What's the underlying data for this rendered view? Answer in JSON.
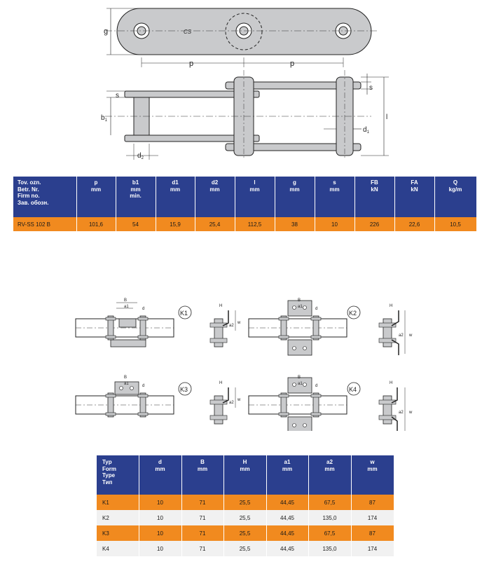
{
  "drawing_top": {
    "logo_text": "CS",
    "labels": {
      "g": "g",
      "p1": "p",
      "p2": "p",
      "s1": "s",
      "s2": "s",
      "b1": "b",
      "b1_sub": "1",
      "d1": "d",
      "d1_sub": "1",
      "d2": "d",
      "d2_sub": "2",
      "l": "l"
    }
  },
  "table1": {
    "headers": [
      {
        "lines": [
          "Tov. ozn.",
          "Betr. Nr.",
          "Firm no.",
          "Зав. обозн."
        ]
      },
      {
        "lines": [
          "p",
          "mm"
        ]
      },
      {
        "lines": [
          "b1",
          "mm",
          "min."
        ]
      },
      {
        "lines": [
          "d1",
          "mm"
        ]
      },
      {
        "lines": [
          "d2",
          "mm"
        ]
      },
      {
        "lines": [
          "l",
          "mm"
        ]
      },
      {
        "lines": [
          "g",
          "mm"
        ]
      },
      {
        "lines": [
          "s",
          "mm"
        ]
      },
      {
        "lines": [
          "FB",
          "kN"
        ]
      },
      {
        "lines": [
          "FA",
          "kN"
        ]
      },
      {
        "lines": [
          "Q",
          "kg/m"
        ]
      }
    ],
    "rows": [
      [
        "RV-SS 102 B",
        "101,6",
        "54",
        "15,9",
        "25,4",
        "112,5",
        "38",
        "10",
        "226",
        "22,6",
        "10,5"
      ]
    ]
  },
  "attachments": {
    "labels": {
      "k1": "K1",
      "k2": "K2",
      "k3": "K3",
      "k4": "K4",
      "B": "B",
      "d": "d",
      "a1": "a1",
      "a2": "a2",
      "H": "H",
      "w": "w"
    }
  },
  "table2": {
    "headers": [
      {
        "lines": [
          "Typ",
          "Form",
          "Type",
          "Тип"
        ]
      },
      {
        "lines": [
          "d",
          "mm"
        ]
      },
      {
        "lines": [
          "B",
          "mm"
        ]
      },
      {
        "lines": [
          "H",
          "mm"
        ]
      },
      {
        "lines": [
          "a1",
          "mm"
        ]
      },
      {
        "lines": [
          "a2",
          "mm"
        ]
      },
      {
        "lines": [
          "w",
          "mm"
        ]
      }
    ],
    "rows": [
      [
        "K1",
        "10",
        "71",
        "25,5",
        "44,45",
        "67,5",
        "87"
      ],
      [
        "K2",
        "10",
        "71",
        "25,5",
        "44,45",
        "135,0",
        "174"
      ],
      [
        "K3",
        "10",
        "71",
        "25,5",
        "44,45",
        "67,5",
        "87"
      ],
      [
        "K4",
        "10",
        "71",
        "25,5",
        "44,45",
        "135,0",
        "174"
      ]
    ]
  },
  "colors": {
    "header_blue": "#2b3f8e",
    "row_orange": "#f18a1f",
    "row_grey": "#f1f1f1",
    "part_fill": "#c9cacc"
  }
}
